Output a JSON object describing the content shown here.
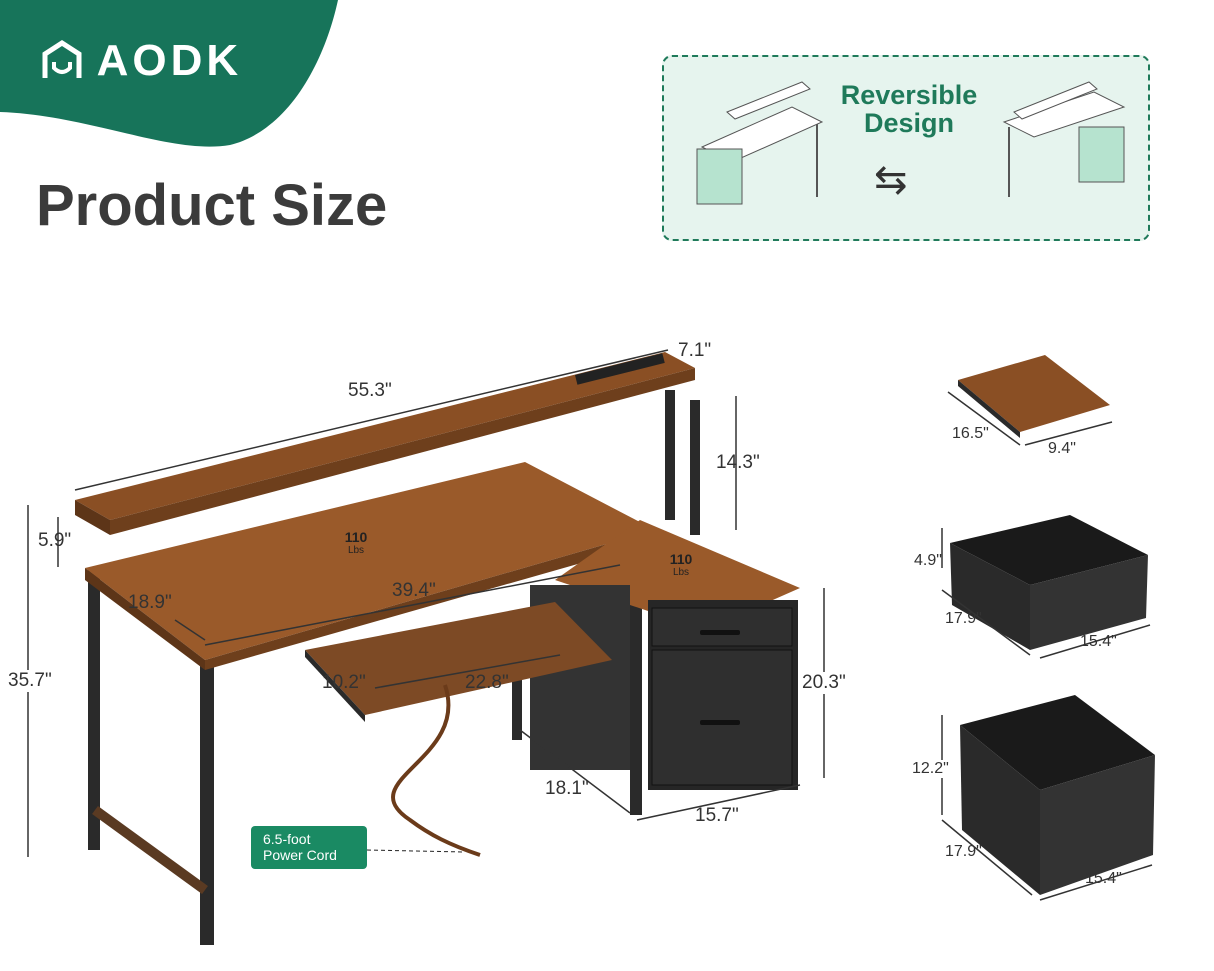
{
  "brand": {
    "name": "AODK"
  },
  "title": "Product Size",
  "reversible": {
    "title_line1": "Reversible",
    "title_line2": "Design",
    "icon": "swap-arrows-icon"
  },
  "colors": {
    "brand_green": "#17745a",
    "panel_bg": "#e6f4ee",
    "wood": "#8a4f24",
    "metal": "#2a2a2a"
  },
  "desk_dimensions": {
    "width": "55.3\"",
    "shelf_depth": "7.1\"",
    "shelf_height": "14.3\"",
    "shelf_clearance": "5.9\"",
    "desk_height": "35.7\"",
    "desk_depth": "18.9\"",
    "desk_top_width": "39.4\"",
    "tray_depth": "10.2\"",
    "tray_width": "22.8\"",
    "cabinet_height": "20.3\"",
    "cabinet_depth": "18.1\"",
    "cabinet_width": "15.7\""
  },
  "load_badges": [
    {
      "value": "110",
      "unit": "Lbs"
    },
    {
      "value": "110",
      "unit": "Lbs"
    }
  ],
  "power_cord": {
    "line1": "6.5-foot",
    "line2": "Power Cord"
  },
  "parts": {
    "keyboard_tray": {
      "depth": "16.5\"",
      "width": "9.4\""
    },
    "small_drawer": {
      "height": "4.9\"",
      "depth": "17.9\"",
      "width": "15.4\""
    },
    "large_drawer": {
      "height": "12.2\"",
      "depth": "17.9\"",
      "width": "15.4\""
    }
  }
}
